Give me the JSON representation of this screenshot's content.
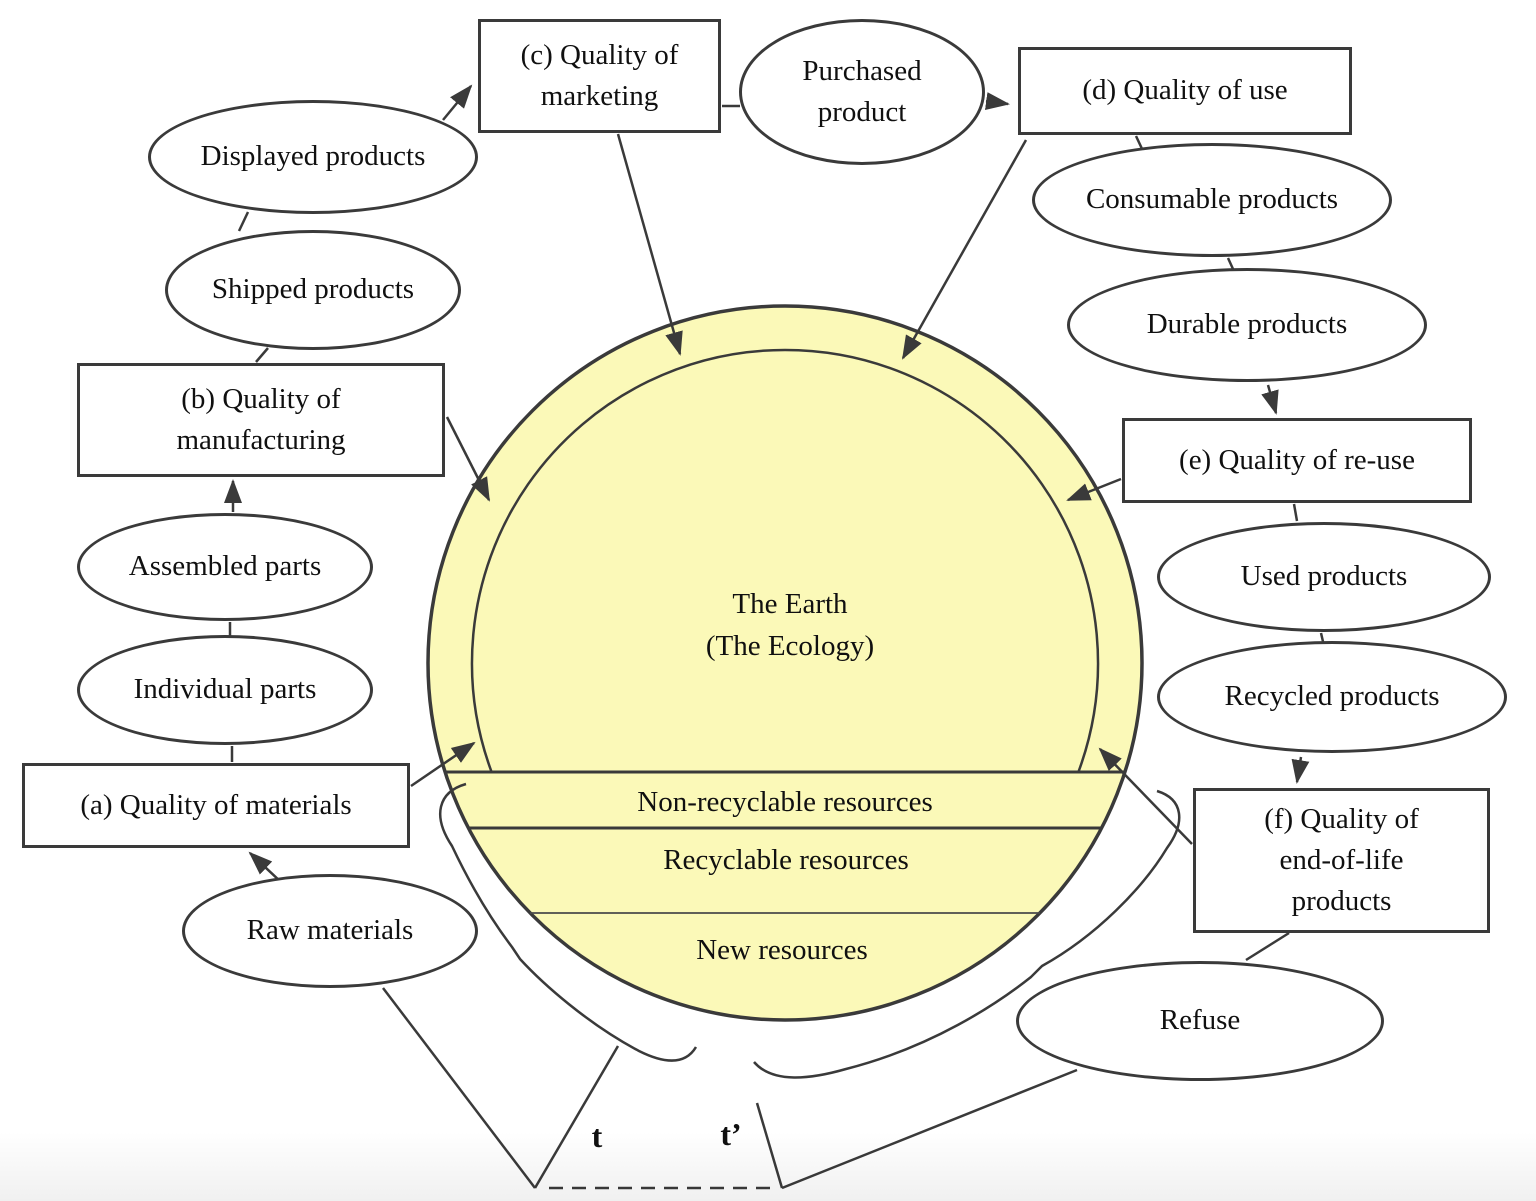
{
  "colors": {
    "earth_fill": "#FBF9B8",
    "line": "#3a3a3a"
  },
  "nodes": {
    "box_c": {
      "label": "(c) Quality of\nmarketing"
    },
    "box_d": {
      "label": "(d) Quality of use"
    },
    "box_b": {
      "label": "(b) Quality of\nmanufacturing"
    },
    "box_a": {
      "label": "(a) Quality of materials"
    },
    "box_e": {
      "label": "(e) Quality of re-use"
    },
    "box_f": {
      "label": "(f) Quality of\nend-of-life\nproducts"
    },
    "displayed": {
      "label": "Displayed products"
    },
    "shipped": {
      "label": "Shipped products"
    },
    "purchased": {
      "label": "Purchased\nproduct"
    },
    "consumable": {
      "label": "Consumable products"
    },
    "durable": {
      "label": "Durable products"
    },
    "assembled": {
      "label": "Assembled parts"
    },
    "individual": {
      "label": "Individual parts"
    },
    "used": {
      "label": "Used products"
    },
    "recycled": {
      "label": "Recycled products"
    },
    "raw": {
      "label": "Raw materials"
    },
    "refuse": {
      "label": "Refuse"
    }
  },
  "earth": {
    "title": "The Earth\n(The Ecology)",
    "bands": {
      "non_recyclable": "Non-recyclable resources",
      "recyclable": "Recyclable resources",
      "new_resources": "New resources"
    }
  },
  "timeline": {
    "t": "t",
    "t_prime": "t’"
  }
}
